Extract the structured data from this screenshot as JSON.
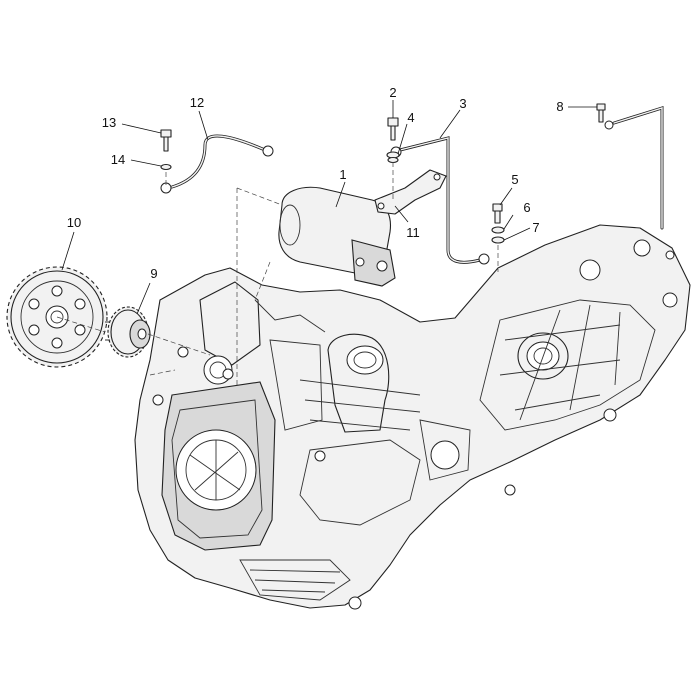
{
  "callouts": [
    {
      "id": "1",
      "text": "1"
    },
    {
      "id": "2",
      "text": "2"
    },
    {
      "id": "3",
      "text": "3"
    },
    {
      "id": "4",
      "text": "4"
    },
    {
      "id": "5",
      "text": "5"
    },
    {
      "id": "6",
      "text": "6"
    },
    {
      "id": "7",
      "text": "7"
    },
    {
      "id": "8",
      "text": "8"
    },
    {
      "id": "9",
      "text": "9"
    },
    {
      "id": "10",
      "text": "10"
    },
    {
      "id": "11",
      "text": "11"
    },
    {
      "id": "12",
      "text": "12"
    },
    {
      "id": "13",
      "text": "13"
    },
    {
      "id": "14",
      "text": "14"
    }
  ],
  "colors": {
    "line": "#222222",
    "fill": "#f2f2f2",
    "background": "#ffffff"
  }
}
